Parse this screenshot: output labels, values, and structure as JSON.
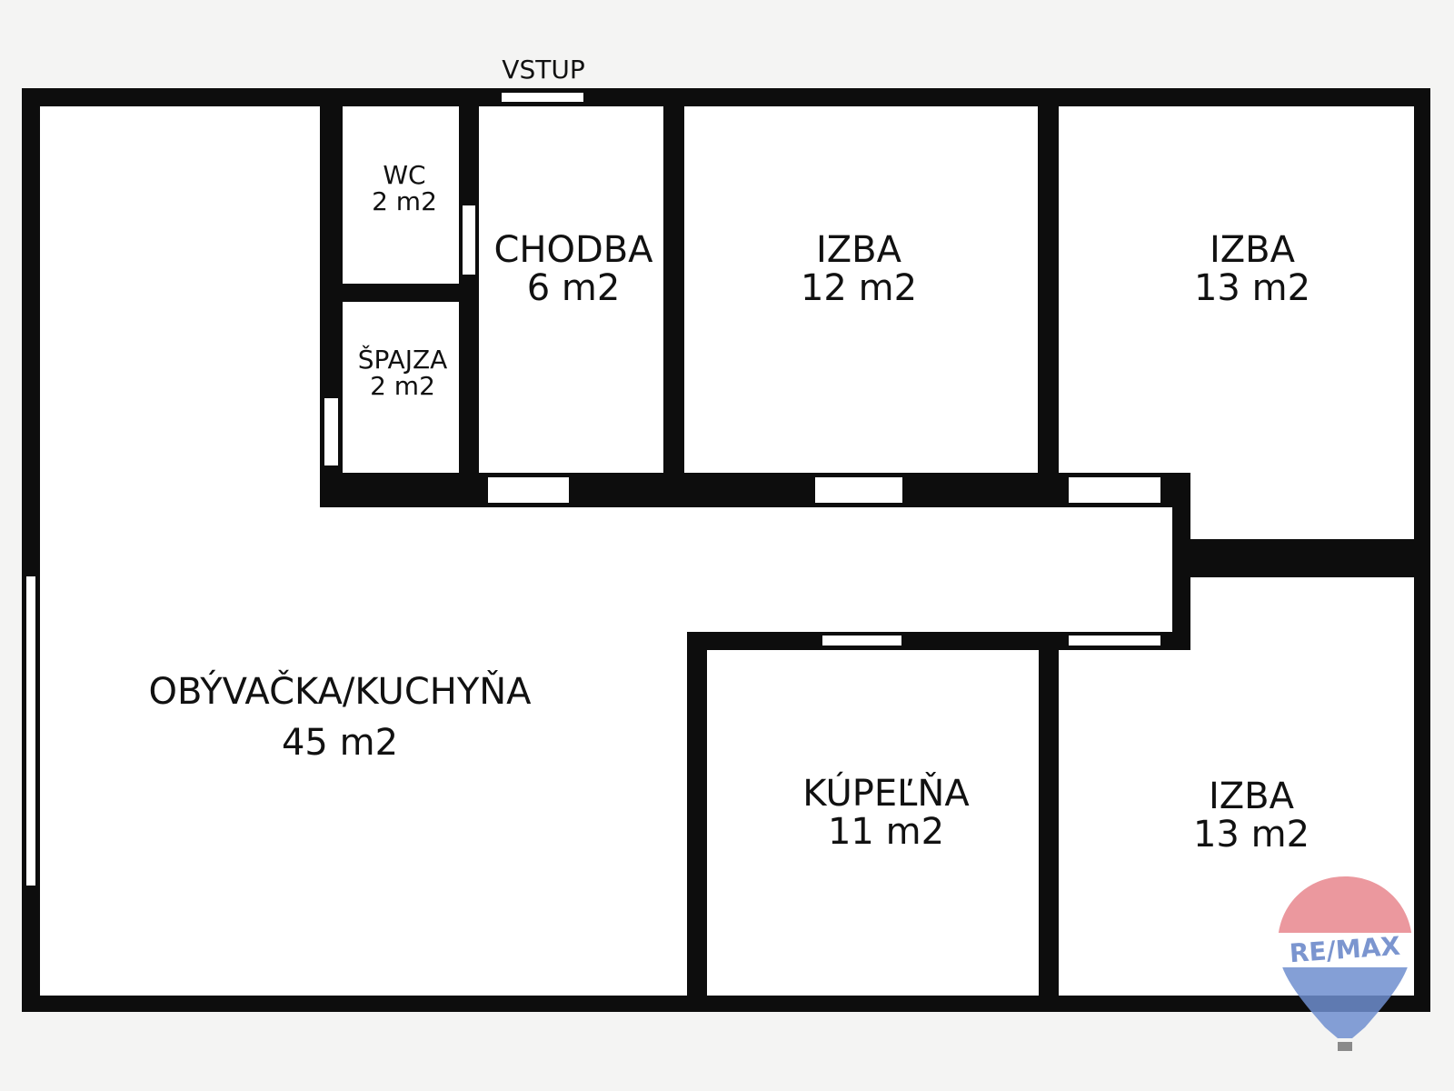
{
  "entrance_label": "VSTUP",
  "rooms": {
    "wc": {
      "name": "WC",
      "area": "2 m2"
    },
    "pantry": {
      "name": "ŠPAJZA",
      "area": "2 m2"
    },
    "hall": {
      "name": "CHODBA",
      "area": "6 m2"
    },
    "room1": {
      "name": "IZBA",
      "area": "12 m2"
    },
    "room2": {
      "name": "IZBA",
      "area": "13 m2"
    },
    "living": {
      "name": "OBÝVAČKA/KUCHYŇA",
      "area": "45 m2"
    },
    "bathroom": {
      "name": "KÚPEĽŇA",
      "area": "11 m2"
    },
    "room3": {
      "name": "IZBA",
      "area": "13 m2"
    }
  },
  "logo": {
    "text": "RE/MAX"
  },
  "colors": {
    "wall": "#0d0d0d",
    "background": "#f4f4f3",
    "logo_red": "#e8868d",
    "logo_blue": "#6f8fcf"
  }
}
